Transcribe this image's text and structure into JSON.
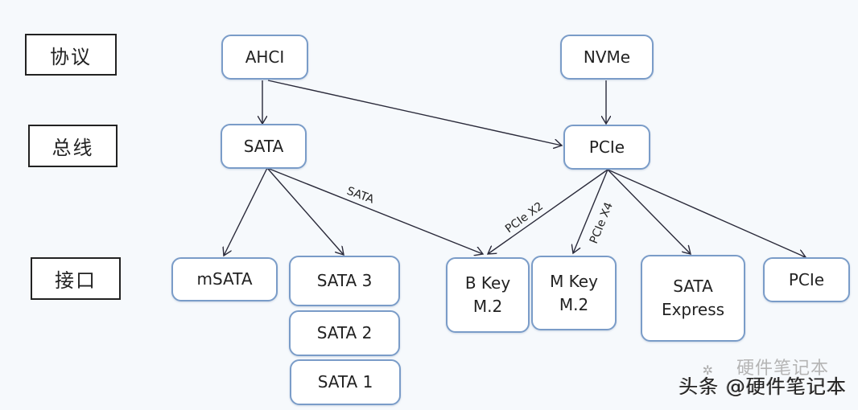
{
  "levels": {
    "protocol": "协议",
    "bus": "总线",
    "interface": "接口"
  },
  "nodes": {
    "ahci": "AHCI",
    "nvme": "NVMe",
    "sata_bus": "SATA",
    "pcie_bus": "PCIe",
    "msata": "mSATA",
    "sata3": "SATA 3",
    "sata2": "SATA 2",
    "sata1": "SATA 1",
    "bkey_line1": "B Key",
    "bkey_line2": "M.2",
    "mkey_line1": "M Key",
    "mkey_line2": "M.2",
    "sata_express_line1": "SATA",
    "sata_express_line2": "Express",
    "pcie_slot": "PCIe"
  },
  "edge_labels": {
    "sata_to_bkey": "SATA",
    "pcie_x2": "PCIe X2",
    "pcie_x4": "PCIe X4"
  },
  "watermark": {
    "ghost": "硬件笔记本",
    "text": "头条 @硬件笔记本"
  },
  "colors": {
    "node_border": "#7a9cc8",
    "edge": "#2a2a3a",
    "background": "#f6f9fc"
  }
}
